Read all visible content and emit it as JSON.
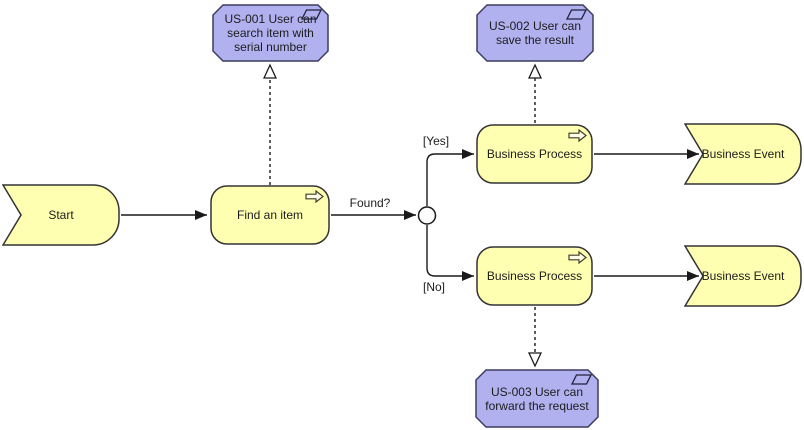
{
  "diagram": {
    "type": "archimate-business-process-flow",
    "background": "#ffffff"
  },
  "colors": {
    "element_fill_yellow": "#ffffb1",
    "element_border_dark": "#333333",
    "requirement_fill_purple": "#b1b1f0",
    "requirement_border": "#3c3c5e",
    "connector": "#1a1a1a",
    "junction_fill": "#ffffff",
    "text": "#1c1c1c"
  },
  "icons": {
    "process": "process-arrow-icon",
    "requirement": "parallelogram-icon"
  },
  "nodes": {
    "start": {
      "type": "business-event",
      "label": "Start"
    },
    "find_item": {
      "type": "business-process",
      "label": "Find an item"
    },
    "bp_yes": {
      "type": "business-process",
      "label": "Business Process"
    },
    "bp_no": {
      "type": "business-process",
      "label": "Business Process"
    },
    "be_yes": {
      "type": "business-event",
      "label": "Business Event"
    },
    "be_no": {
      "type": "business-event",
      "label": "Business Event"
    },
    "junction": {
      "type": "junction",
      "label": ""
    },
    "req_us001": {
      "type": "requirement",
      "label": "US-001 User can\nsearch item with\nserial number"
    },
    "req_us002": {
      "type": "requirement",
      "label": "US-002 User can\nsave the result"
    },
    "req_us003": {
      "type": "requirement",
      "label": "US-003 User can\nforward the request"
    }
  },
  "edges": {
    "start_to_find": {
      "from": "start",
      "to": "find_item",
      "style": "solid-arrow",
      "label": ""
    },
    "found": {
      "from": "find_item",
      "to": "junction",
      "style": "solid-arrow",
      "label": "Found?"
    },
    "yes_branch": {
      "from": "junction",
      "to": "bp_yes",
      "style": "solid-arrow",
      "label": "[Yes]"
    },
    "no_branch": {
      "from": "junction",
      "to": "bp_no",
      "style": "solid-arrow",
      "label": "[No]"
    },
    "bp_yes_to_be": {
      "from": "bp_yes",
      "to": "be_yes",
      "style": "solid-arrow",
      "label": ""
    },
    "bp_no_to_be": {
      "from": "bp_no",
      "to": "be_no",
      "style": "solid-arrow",
      "label": ""
    },
    "find_realizes_us001": {
      "from": "find_item",
      "to": "req_us001",
      "style": "dashed-hollow-arrow",
      "label": ""
    },
    "bp_yes_realizes_us002": {
      "from": "bp_yes",
      "to": "req_us002",
      "style": "dashed-hollow-arrow",
      "label": ""
    },
    "bp_no_realizes_us003": {
      "from": "bp_no",
      "to": "req_us003",
      "style": "dashed-hollow-arrow",
      "label": ""
    }
  }
}
